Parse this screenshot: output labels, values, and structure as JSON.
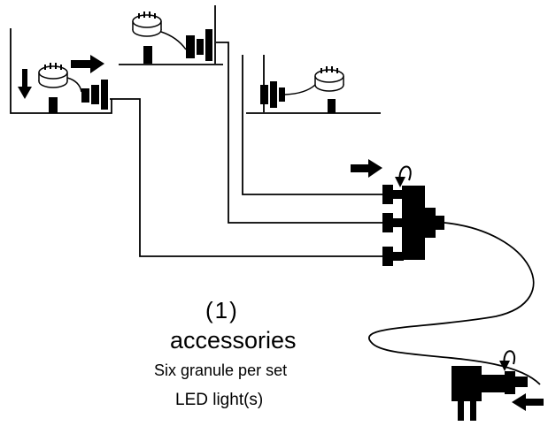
{
  "captions": {
    "index": "(1)",
    "title": "accessories",
    "line1": "Six granule per set",
    "line2": "LED light(s)"
  },
  "icons": {
    "light": "led-light-icon",
    "connector": "plug-connector-icon",
    "splitter": "splitter-hub-icon",
    "adapter": "power-adapter-icon",
    "arrow_right": "arrow-right-icon",
    "arrow_left": "arrow-left-icon",
    "arrow_down": "arrow-down-icon",
    "curved_arrow": "curved-arrow-icon"
  },
  "colors": {
    "ink": "#000000",
    "paper": "#ffffff"
  }
}
